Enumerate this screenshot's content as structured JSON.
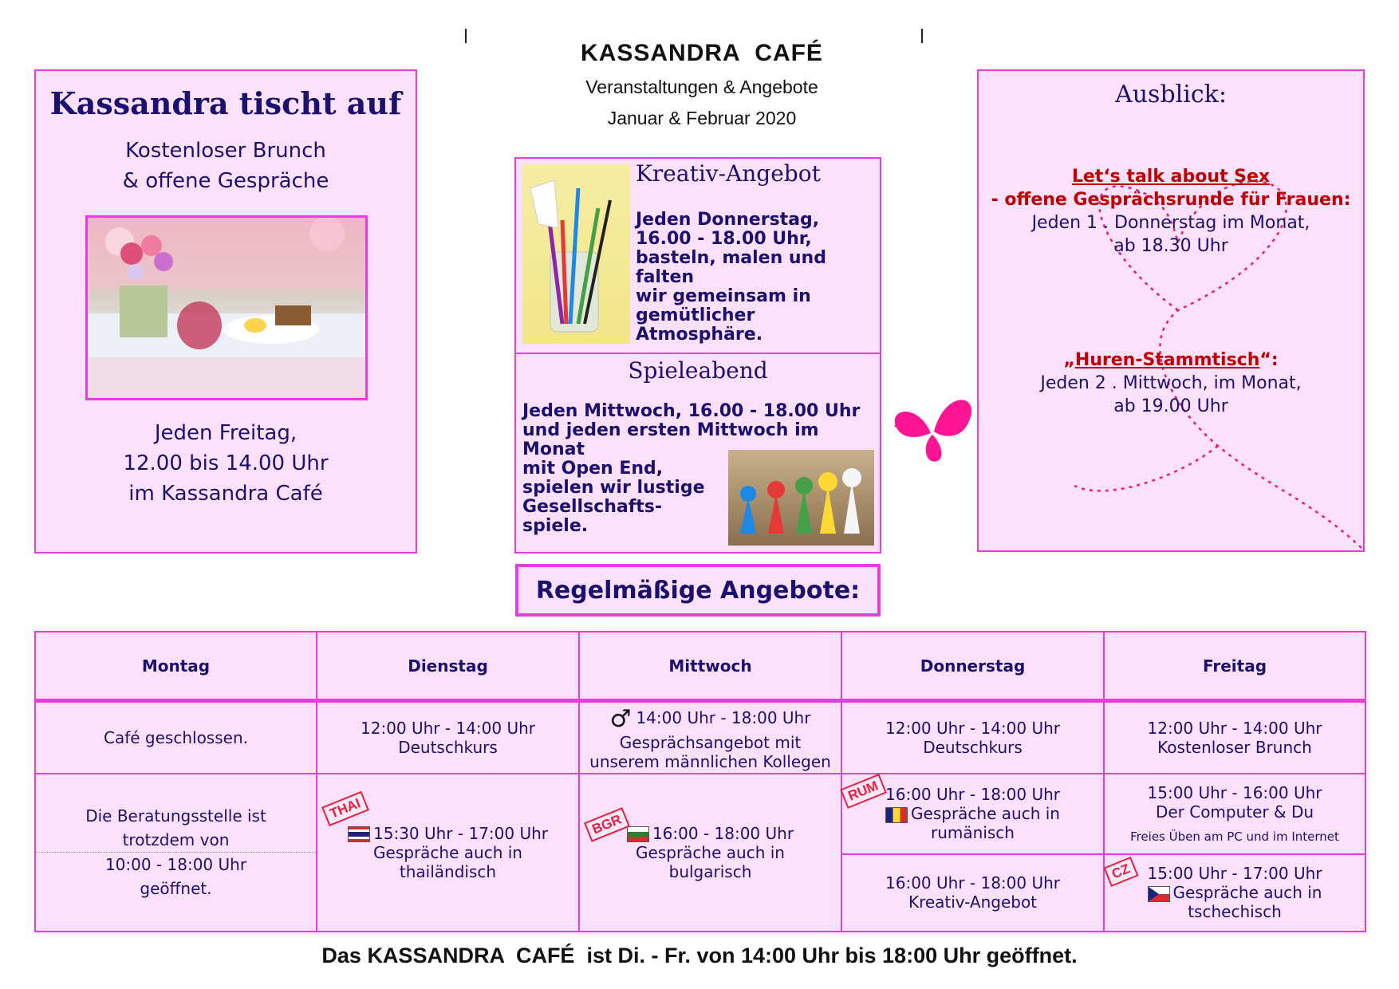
{
  "header": {
    "title": "KASSANDRA  CAFÉ",
    "subtitle": "Veranstaltungen & Angebote",
    "date": "Januar & Februar 2020"
  },
  "left_box": {
    "heading": "Kassandra tischt auf",
    "line1": "Kostenloser Brunch",
    "line2": "& offene Gespräche",
    "time1": "Jeden Freitag,",
    "time2": "12.00 bis 14.00 Uhr",
    "time3": "im Kassandra Café"
  },
  "kreativ": {
    "heading": "Kreativ-Angebot",
    "lines": [
      "Jeden Donnerstag,",
      "16.00 - 18.00 Uhr,",
      "basteln, malen und falten",
      "wir gemeinsam in",
      "gemütlicher Atmosphäre."
    ]
  },
  "spiele": {
    "heading": "Spieleabend",
    "lines": [
      "Jeden Mittwoch, 16.00 - 18.00 Uhr",
      "und jeden ersten Mittwoch im Monat",
      "mit Open End,",
      "spielen wir lustige",
      "Gesellschafts-",
      "spiele."
    ]
  },
  "ausblick": {
    "heading": "Ausblick:",
    "event1_title": "Let‘s talk about Sex",
    "event1_sub": "- offene Gesprächsrunde für Frauen:",
    "event1_time1": "Jeden 1 . Donnerstag im Monat,",
    "event1_time2": "ab 18.30 Uhr",
    "event2_q_open": "„",
    "event2_title": "Huren-Stammtisch",
    "event2_q_close": "“:",
    "event2_time1": "Jeden 2 . Mittwoch, im Monat,",
    "event2_time2": "ab 19.00 Uhr"
  },
  "regular": {
    "heading": "Regelmäßige Angebote:"
  },
  "schedule": {
    "days": [
      "Montag",
      "Dienstag",
      "Mittwoch",
      "Donnerstag",
      "Freitag"
    ],
    "mon_closed": "Café geschlossen.",
    "mon_note1": "Die Beratungsstelle ist",
    "mon_note2": "trotzdem von",
    "mon_note3": "10:00 - 18:00 Uhr",
    "mon_note4": "geöffnet.",
    "tue_r1_time": "12:00 Uhr - 14:00 Uhr",
    "tue_r1_text": "Deutschkurs",
    "tue_r2_stamp": "THAI",
    "tue_r2_time": "15:30 Uhr - 17:00 Uhr",
    "tue_r2_text1": "Gespräche auch in",
    "tue_r2_text2": "thailändisch",
    "wed_r1_symbol": "♂",
    "wed_r1_time": "14:00 Uhr - 18:00 Uhr",
    "wed_r1_text1": "Gesprächsangebot mit",
    "wed_r1_text2": "unserem männlichen  Kollegen",
    "wed_r2_stamp": "BGR",
    "wed_r2_time": "16:00 - 18:00 Uhr",
    "wed_r2_text1": "Gespräche auch in",
    "wed_r2_text2": "bulgarisch",
    "thu_r1_time": "12:00 Uhr - 14:00 Uhr",
    "thu_r1_text": "Deutschkurs",
    "thu_r2_stamp": "RUM",
    "thu_r2_time": "16:00 Uhr - 18:00 Uhr",
    "thu_r2_text": "Gespräche auch in rumänisch",
    "thu_r3_time": "16:00 Uhr - 18:00 Uhr",
    "thu_r3_text": "Kreativ-Angebot",
    "fri_r1_time": "12:00 Uhr - 14:00 Uhr",
    "fri_r1_text": "Kostenloser Brunch",
    "fri_r2_time": "15:00 Uhr - 16:00 Uhr",
    "fri_r2_text": "Der Computer & Du",
    "fri_r2_note": "Freies Üben am PC und im Internet",
    "fri_r3_stamp": "CZ",
    "fri_r3_time": "15:00 Uhr - 17:00 Uhr",
    "fri_r3_text": "Gespräche auch in tschechisch"
  },
  "footer": "Das KASSANDRA  CAFÉ  ist Di. - Fr. von 14:00 Uhr bis 18:00 Uhr geöffnet.",
  "colors": {
    "box_bg": "#fde0fb",
    "border": "#e63ce0",
    "text": "#1a1070",
    "red": "#c00000",
    "butterfly": "#ff1493"
  }
}
